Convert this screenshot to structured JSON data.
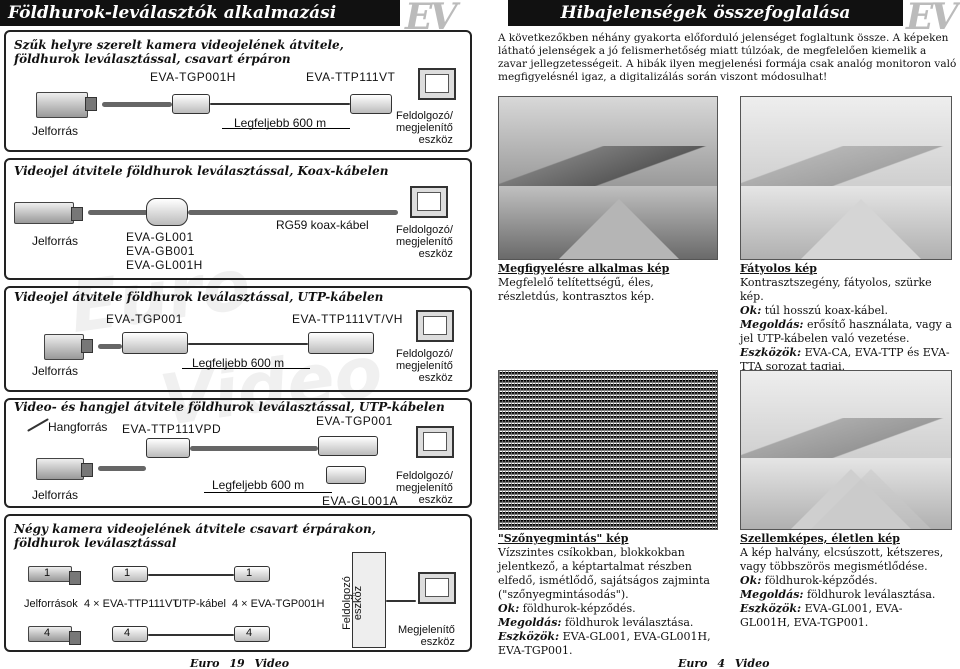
{
  "left": {
    "header": "Földhurok-leválasztók alkalmazási példái",
    "logo": "EV",
    "sections": [
      {
        "title_line1": "Szűk helyre szerelt kamera videojelének átvitele,",
        "title_line2": "földhurok leválasztással, csavart érpáron",
        "source": "Jelforrás",
        "device_a": "EVA-TGP001H",
        "device_b": "EVA-TTP111VT",
        "distance": "Legfeljebb 600 m",
        "sink": "Feldolgozó/\nmegjelenítő\neszköz"
      },
      {
        "title": "Videojel átvitele földhurok leválasztással, Koax-kábelen",
        "source": "Jelforrás",
        "models": [
          "EVA-GL001",
          "EVA-GB001",
          "EVA-GL001H"
        ],
        "cable": "RG59 koax-kábel",
        "sink": "Feldolgozó/\nmegjelenítő\neszköz"
      },
      {
        "title": "Videojel átvitele földhurok leválasztással, UTP-kábelen",
        "source": "Jelforrás",
        "device_a": "EVA-TGP001",
        "device_b": "EVA-TTP111VT/VH",
        "distance": "Legfeljebb 600 m",
        "sink": "Feldolgozó/\nmegjelenítő\neszköz"
      },
      {
        "title": "Video- és hangjel átvitele földhurok leválasztással, UTP-kábelen",
        "audio_source": "Hangforrás",
        "device_a": "EVA-TTP111VPD",
        "device_b": "EVA-TGP001",
        "source": "Jelforrás",
        "distance": "Legfeljebb 600 m",
        "device_c": "EVA-GL001A",
        "sink": "Feldolgozó/\nmegjelenítő\neszköz"
      },
      {
        "title_line1": "Négy kamera videojelének átvitele csavart érpárakon,",
        "title_line2": "földhurok leválasztással",
        "sources": "Jelforrások",
        "tx": "4 × EVA-TTP111VT",
        "cable": "UTP-kábel",
        "rx": "4 × EVA-TGP001H",
        "processor": "Feldolgozó\neszköz",
        "sink": "Megjelenítő\neszköz",
        "num_top": "1",
        "num_bottom": "4"
      }
    ],
    "footer": {
      "brand_a": "Euro",
      "page": "19",
      "brand_b": "Video"
    }
  },
  "right": {
    "header": "Hibajelenségek összefoglalása",
    "logo": "EV",
    "intro": "A következőkben néhány gyakorta előforduló jelenséget foglaltunk össze. A képeken látható jelenségek a jó felismerhetőség miatt túlzóak, de megfelelően kiemelik a zavar jellegzetességeit. A hibák ilyen megjelenési formája csak analóg monitoron való megfigyelésnél igaz, a digitalizálás során viszont módosulhat!",
    "items": [
      {
        "title": "Megfigyelésre alkalmas kép",
        "desc": "Megfelelő telítettségű, éles, részletdús, kontrasztos kép."
      },
      {
        "title": "Fátyolos kép",
        "desc": "Kontrasztszegény, fátyolos, szürke kép.",
        "cause_label": "Ok:",
        "cause": "túl hosszú koax-kábel.",
        "fix_label": "Megoldás:",
        "fix": "erősítő használata, vagy a jel UTP-kábelen való vezetése.",
        "tools_label": "Eszközök:",
        "tools": "EVA-CA, EVA-TTP és EVA-TTA sorozat tagjai."
      },
      {
        "title": "\"Szőnyegmintás\" kép",
        "desc": "Vízszintes csíkokban, blokkokban jelentkező, a képtartalmat részben elfedő, ismétlődő, sajátságos zajminta (\"szőnyegmintásodás\").",
        "cause_label": "Ok:",
        "cause": "földhurok-képződés.",
        "fix_label": "Megoldás:",
        "fix": "földhurok leválasztása.",
        "tools_label": "Eszközök:",
        "tools": "EVA-GL001, EVA-GL001H, EVA-TGP001."
      },
      {
        "title": "Szellemképes, életlen kép",
        "desc": "A kép halvány, elcsúszott, kétszeres, vagy többszörös megismétlődése.",
        "cause_label": "Ok:",
        "cause": "földhurok-képződés.",
        "fix_label": "Megoldás:",
        "fix": "földhurok leválasztása.",
        "tools_label": "Eszközök:",
        "tools": "EVA-GL001, EVA-GL001H, EVA-TGP001."
      }
    ],
    "footer": {
      "brand_a": "Euro",
      "page": "4",
      "brand_b": "Video"
    }
  }
}
